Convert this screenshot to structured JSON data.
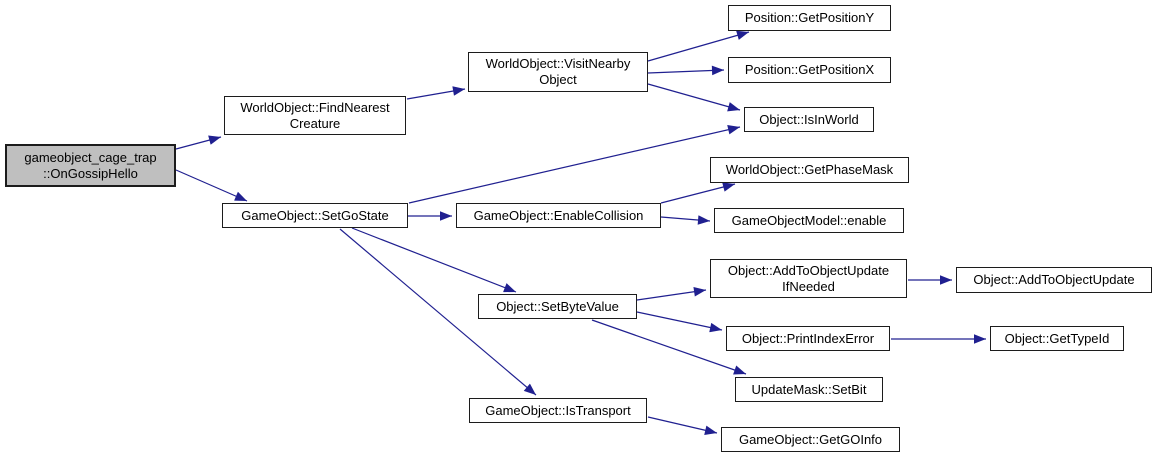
{
  "diagram": {
    "title": "Call graph for gameobject_cage_trap::OnGossipHello",
    "type": "doxygen-call-graph",
    "background_color": "#ffffff",
    "edge_color": "#202090",
    "node_border_color": "#1c1c1c",
    "node_fill_color": "#ffffff",
    "highlight_fill_color": "#bfbfbf"
  },
  "nodes": [
    {
      "id": "on-gossip-hello",
      "label": "gameobject_cage_trap\n::OnGossipHello",
      "highlighted": true
    },
    {
      "id": "find-nearest-creature",
      "label": "WorldObject::FindNearest\nCreature",
      "highlighted": false
    },
    {
      "id": "visit-nearby-object",
      "label": "WorldObject::VisitNearby\nObject",
      "highlighted": false
    },
    {
      "id": "get-position-y",
      "label": "Position::GetPositionY",
      "highlighted": false
    },
    {
      "id": "get-position-x",
      "label": "Position::GetPositionX",
      "highlighted": false
    },
    {
      "id": "is-in-world",
      "label": "Object::IsInWorld",
      "highlighted": false
    },
    {
      "id": "set-go-state",
      "label": "GameObject::SetGoState",
      "highlighted": false
    },
    {
      "id": "enable-collision",
      "label": "GameObject::EnableCollision",
      "highlighted": false
    },
    {
      "id": "get-phase-mask",
      "label": "WorldObject::GetPhaseMask",
      "highlighted": false
    },
    {
      "id": "gameobjectmodel-enable",
      "label": "GameObjectModel::enable",
      "highlighted": false
    },
    {
      "id": "set-byte-value",
      "label": "Object::SetByteValue",
      "highlighted": false
    },
    {
      "id": "add-to-object-update-if-needed",
      "label": "Object::AddToObjectUpdate\nIfNeeded",
      "highlighted": false
    },
    {
      "id": "add-to-object-update",
      "label": "Object::AddToObjectUpdate",
      "highlighted": false
    },
    {
      "id": "print-index-error",
      "label": "Object::PrintIndexError",
      "highlighted": false
    },
    {
      "id": "get-type-id",
      "label": "Object::GetTypeId",
      "highlighted": false
    },
    {
      "id": "set-bit",
      "label": "UpdateMask::SetBit",
      "highlighted": false
    },
    {
      "id": "is-transport",
      "label": "GameObject::IsTransport",
      "highlighted": false
    },
    {
      "id": "get-go-info",
      "label": "GameObject::GetGOInfo",
      "highlighted": false
    }
  ],
  "edges": [
    {
      "from": "on-gossip-hello",
      "to": "find-nearest-creature"
    },
    {
      "from": "on-gossip-hello",
      "to": "set-go-state"
    },
    {
      "from": "find-nearest-creature",
      "to": "visit-nearby-object"
    },
    {
      "from": "visit-nearby-object",
      "to": "get-position-y"
    },
    {
      "from": "visit-nearby-object",
      "to": "get-position-x"
    },
    {
      "from": "visit-nearby-object",
      "to": "is-in-world"
    },
    {
      "from": "set-go-state",
      "to": "is-in-world"
    },
    {
      "from": "set-go-state",
      "to": "enable-collision"
    },
    {
      "from": "set-go-state",
      "to": "set-byte-value"
    },
    {
      "from": "set-go-state",
      "to": "is-transport"
    },
    {
      "from": "enable-collision",
      "to": "get-phase-mask"
    },
    {
      "from": "enable-collision",
      "to": "gameobjectmodel-enable"
    },
    {
      "from": "set-byte-value",
      "to": "add-to-object-update-if-needed"
    },
    {
      "from": "set-byte-value",
      "to": "print-index-error"
    },
    {
      "from": "set-byte-value",
      "to": "set-bit"
    },
    {
      "from": "add-to-object-update-if-needed",
      "to": "add-to-object-update"
    },
    {
      "from": "print-index-error",
      "to": "get-type-id"
    },
    {
      "from": "is-transport",
      "to": "get-go-info"
    }
  ]
}
